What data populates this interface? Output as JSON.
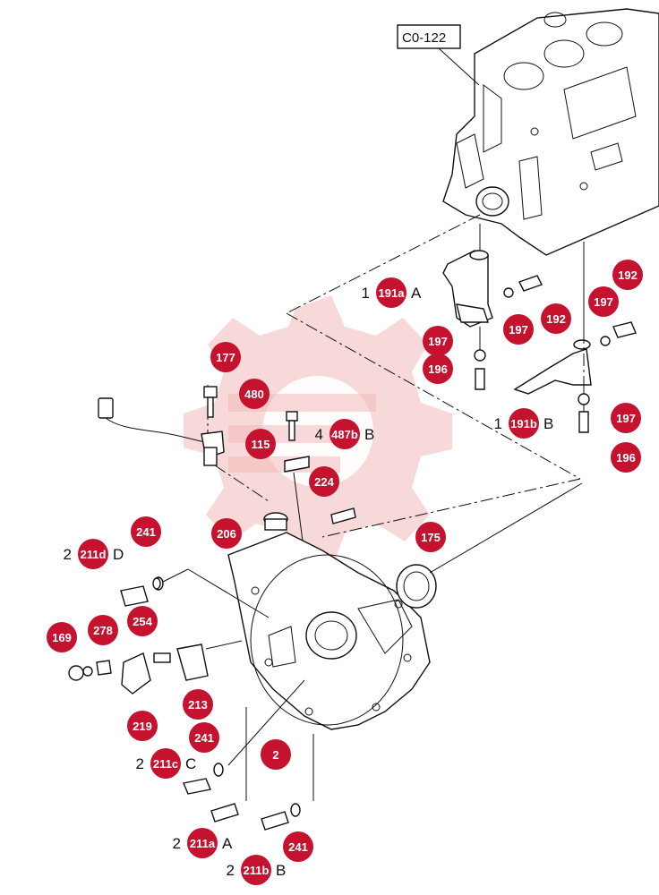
{
  "colors": {
    "callout": "#c4122f",
    "watermark": "#f3b9b9",
    "line": "#111111"
  },
  "reference_box": {
    "label": "C0-122",
    "name": "reference-box"
  },
  "callouts": [
    {
      "id": "c-191a",
      "number": "191a",
      "prefix": "1",
      "suffix": "A"
    },
    {
      "id": "c-192-top",
      "number": "192",
      "prefix": "",
      "suffix": ""
    },
    {
      "id": "c-192-mid",
      "number": "192",
      "prefix": "",
      "suffix": ""
    },
    {
      "id": "c-197-a",
      "number": "197",
      "prefix": "",
      "suffix": ""
    },
    {
      "id": "c-197-b",
      "number": "197",
      "prefix": "",
      "suffix": ""
    },
    {
      "id": "c-197-c",
      "number": "197",
      "prefix": "",
      "suffix": ""
    },
    {
      "id": "c-197-d",
      "number": "197",
      "prefix": "",
      "suffix": ""
    },
    {
      "id": "c-196-a",
      "number": "196",
      "prefix": "",
      "suffix": ""
    },
    {
      "id": "c-196-b",
      "number": "196",
      "prefix": "",
      "suffix": ""
    },
    {
      "id": "c-191b",
      "number": "191b",
      "prefix": "1",
      "suffix": "B"
    },
    {
      "id": "c-177",
      "number": "177",
      "prefix": "",
      "suffix": ""
    },
    {
      "id": "c-480",
      "number": "480",
      "prefix": "",
      "suffix": ""
    },
    {
      "id": "c-115",
      "number": "115",
      "prefix": "",
      "suffix": ""
    },
    {
      "id": "c-487b",
      "number": "487b",
      "prefix": "4",
      "suffix": "B"
    },
    {
      "id": "c-224",
      "number": "224",
      "prefix": "",
      "suffix": ""
    },
    {
      "id": "c-206",
      "number": "206",
      "prefix": "",
      "suffix": ""
    },
    {
      "id": "c-175",
      "number": "175",
      "prefix": "",
      "suffix": ""
    },
    {
      "id": "c-241-a",
      "number": "241",
      "prefix": "",
      "suffix": ""
    },
    {
      "id": "c-211d",
      "number": "211d",
      "prefix": "2",
      "suffix": "D"
    },
    {
      "id": "c-254",
      "number": "254",
      "prefix": "",
      "suffix": ""
    },
    {
      "id": "c-169",
      "number": "169",
      "prefix": "",
      "suffix": ""
    },
    {
      "id": "c-278",
      "number": "278",
      "prefix": "",
      "suffix": ""
    },
    {
      "id": "c-213",
      "number": "213",
      "prefix": "",
      "suffix": ""
    },
    {
      "id": "c-219",
      "number": "219",
      "prefix": "",
      "suffix": ""
    },
    {
      "id": "c-241-b",
      "number": "241",
      "prefix": "",
      "suffix": ""
    },
    {
      "id": "c-2",
      "number": "2",
      "prefix": "",
      "suffix": ""
    },
    {
      "id": "c-211c",
      "number": "211c",
      "prefix": "2",
      "suffix": "C"
    },
    {
      "id": "c-211a",
      "number": "211a",
      "prefix": "2",
      "suffix": "A"
    },
    {
      "id": "c-241-c",
      "number": "241",
      "prefix": "",
      "suffix": ""
    },
    {
      "id": "c-211b",
      "number": "211b",
      "prefix": "2",
      "suffix": "B"
    }
  ]
}
